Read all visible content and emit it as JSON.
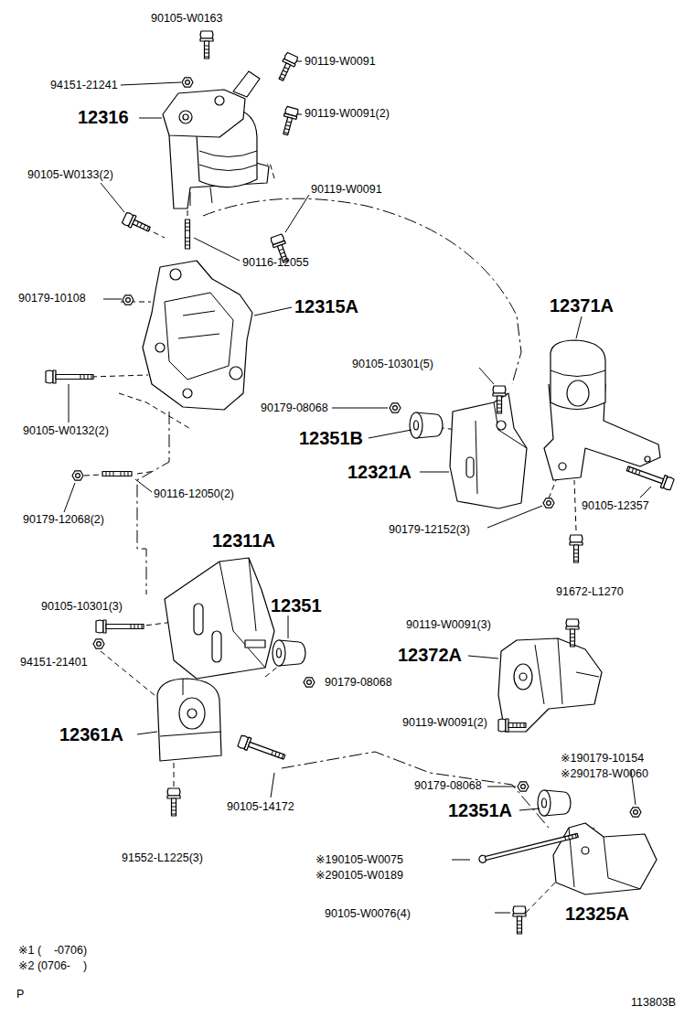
{
  "diagram": {
    "labels": [
      "90105-W0163",
      "94151-21241",
      "90119-W0091",
      "12316",
      "90119-W0091(2)",
      "90105-W0133(2)",
      "90119-W0091",
      "90116-12055",
      "90179-10108",
      "12315A",
      "12371A",
      "90105-10301(5)",
      "90179-08068",
      "12351B",
      "12321A",
      "90105-W0132(2)",
      "90105-12357",
      "90116-12050(2)",
      "90179-12068(2)",
      "90179-12152(3)",
      "12311A",
      "91672-L1270",
      "90105-10301(3)",
      "12351",
      "90119-W0091(3)",
      "12372A",
      "94151-21401",
      "90179-08068",
      "90119-W0091(2)",
      "12361A",
      "※190179-10154",
      "※290178-W0060",
      "90179-08068",
      "12351A",
      "90105-14172",
      "※190105-W0075",
      "※290105-W0189",
      "91552-L1225(3)",
      "90105-W0076(4)",
      "12325A",
      "※1 (    -0706)",
      "※2 (0706-    )",
      "P",
      "113803B"
    ]
  }
}
